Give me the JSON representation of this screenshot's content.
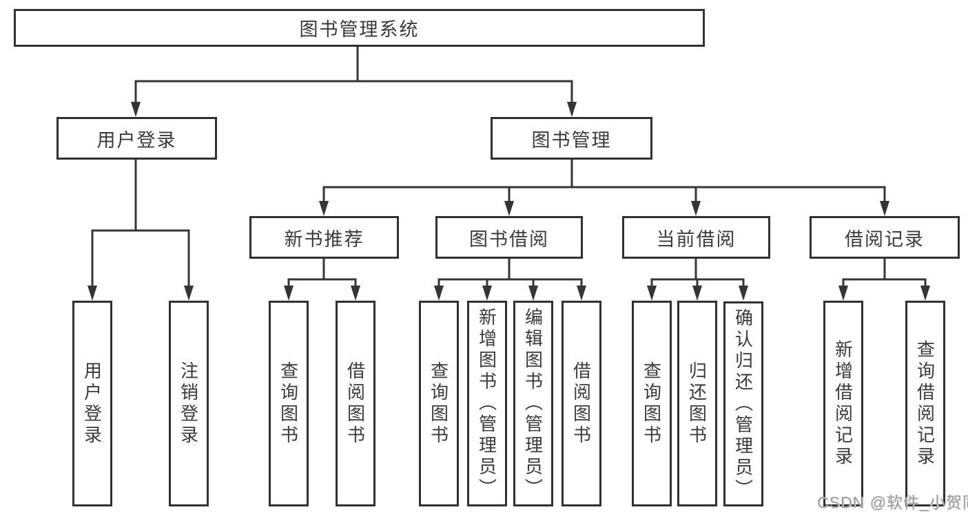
{
  "root": {
    "label": "图书管理系统"
  },
  "branches": [
    {
      "label": "用户登录",
      "children": [
        {
          "label": "用户登录"
        },
        {
          "label": "注销登录"
        }
      ]
    },
    {
      "label": "图书管理",
      "children": [
        {
          "label": "新书推荐",
          "children": [
            {
              "label": "查询图书"
            },
            {
              "label": "借阅图书"
            }
          ]
        },
        {
          "label": "图书借阅",
          "children": [
            {
              "label": "查询图书"
            },
            {
              "label": "新增图书（管理员）"
            },
            {
              "label": "编辑图书（管理员）"
            },
            {
              "label": "借阅图书"
            }
          ]
        },
        {
          "label": "当前借阅",
          "children": [
            {
              "label": "查询图书"
            },
            {
              "label": "归还图书"
            },
            {
              "label": "确认归还（管理员）"
            }
          ]
        },
        {
          "label": "借阅记录",
          "children": [
            {
              "label": "新增借阅记录"
            },
            {
              "label": "查询借阅记录"
            }
          ]
        }
      ]
    }
  ],
  "watermark": {
    "text": "CSDN @软件_小贺同学"
  },
  "colors": {
    "line": "#353535",
    "box_border": "#303030",
    "box_fill": "#ffffff",
    "text": "#3a3a3a",
    "watermark": "#9e9e9e",
    "background": "#ffffff"
  }
}
